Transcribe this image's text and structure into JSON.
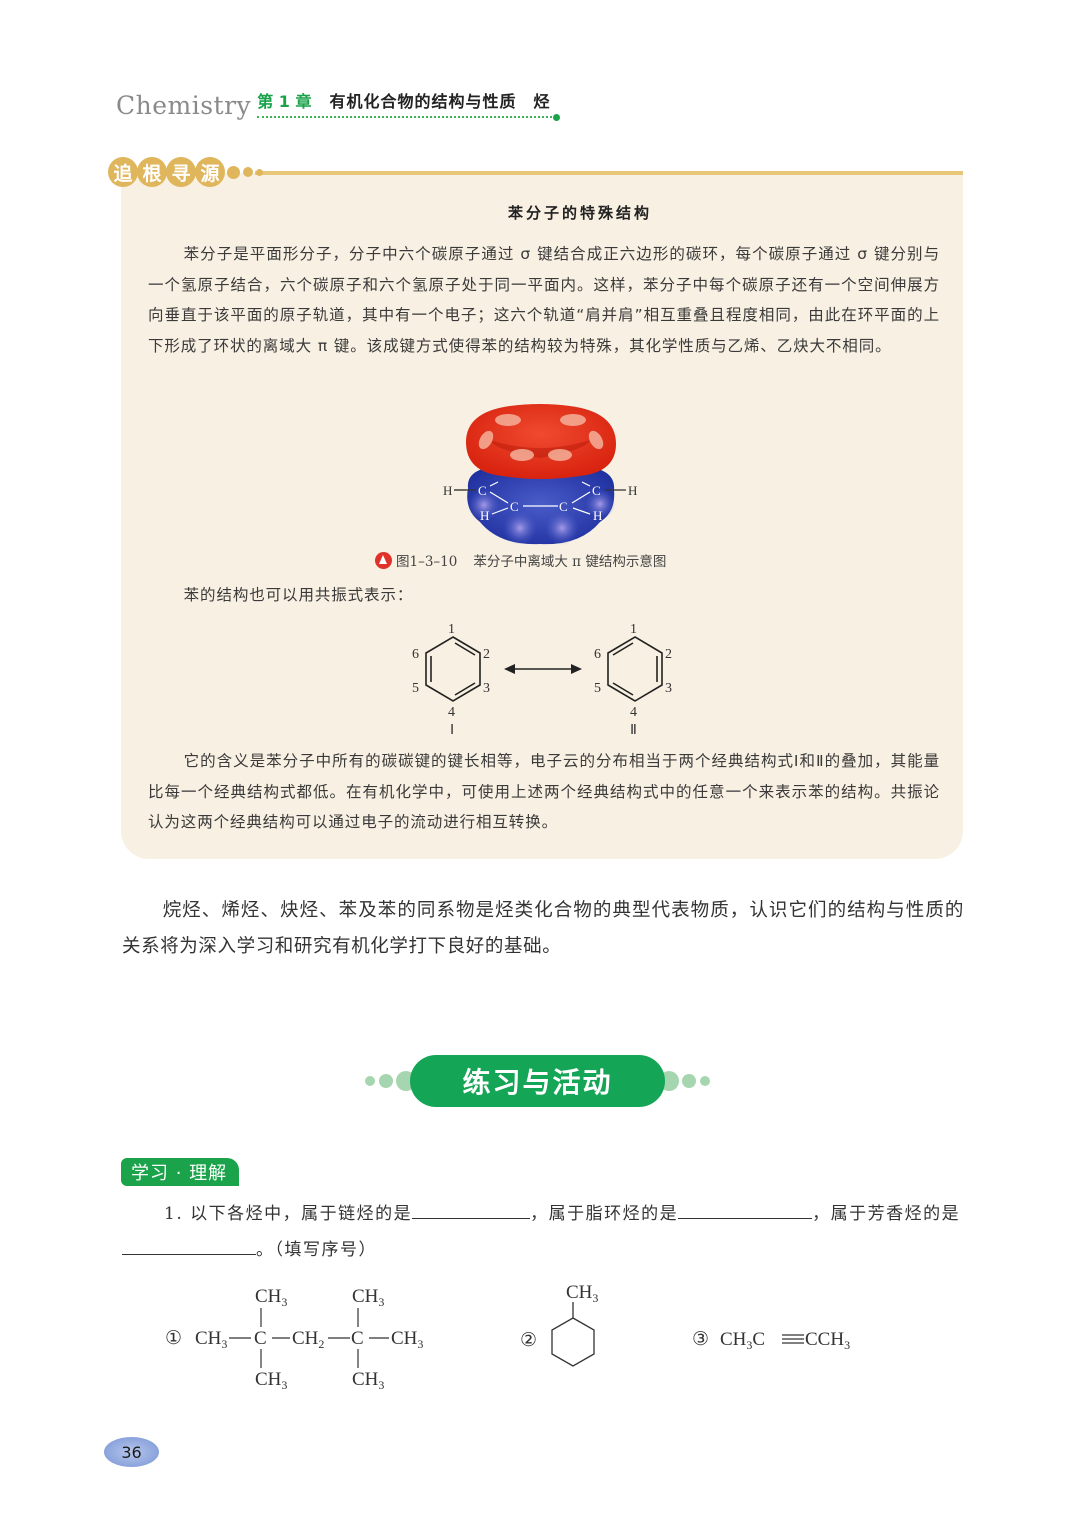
{
  "header": {
    "brand": "Chemistry",
    "chapter_no": "第 1 章",
    "chapter_title": "有机化合物的结构与性质　烃"
  },
  "source_box": {
    "tag_chars": [
      "追",
      "根",
      "寻",
      "源"
    ],
    "title": "苯分子的特殊结构",
    "para1": "苯分子是平面形分子，分子中六个碳原子通过 σ 键结合成正六边形的碳环，每个碳原子通过 σ 键分别与一个氢原子结合，六个碳原子和六个氢原子处于同一平面内。这样，苯分子中每个碳原子还有一个空间伸展方向垂直于该平面的原子轨道，其中有一个电子；这六个轨道“肩并肩”相互重叠且程度相同，由此在环平面的上下形成了环状的离域大 π 键。该成键方式使得苯的结构较为特殊，其化学性质与乙烯、乙炔大不相同。",
    "figure": {
      "atoms": {
        "h_left": "H",
        "c1": "C",
        "c2": "C",
        "c3": "C",
        "c4": "C",
        "h_right": "H",
        "h_bl": "H",
        "h_br": "H"
      },
      "colors": {
        "upper_lobe": "#e8301e",
        "lower_lobe": "#2b3fb0"
      },
      "caption_id": "图1–3–10",
      "caption_text": "苯分子中离域大 π 键结构示意图"
    },
    "para2": "苯的结构也可以用共振式表示：",
    "resonance": {
      "numbers": [
        "1",
        "2",
        "3",
        "4",
        "5",
        "6"
      ],
      "label_left": "Ⅰ",
      "label_right": "Ⅱ"
    },
    "para3": "它的含义是苯分子中所有的碳碳键的键长相等，电子云的分布相当于两个经典结构式Ⅰ和Ⅱ的叠加，其能量比每一个经典结构式都低。在有机化学中，可使用上述两个经典结构式中的任意一个来表示苯的结构。共振论认为这两个经典结构可以通过电子的流动进行相互转换。"
  },
  "body": {
    "para": "烷烃、烯烃、炔烃、苯及苯的同系物是烃类化合物的典型代表物质，认识它们的结构与性质的关系将为深入学习和研究有机化学打下良好的基础。"
  },
  "practice": {
    "banner": "练习与活动",
    "section_tag": "学习 · 理解",
    "q1": {
      "part1": "1. 以下各烃中，属于链烃的是",
      "part2": "，属于脂环烃的是",
      "part3": "，属于芳香烃的是",
      "part4": "。（填写序号）"
    },
    "compounds": {
      "c1_label": "①",
      "c1_top": "CH",
      "c2_label": "②",
      "c3_label": "③",
      "c3_text": "CH₃C≡CCH₃"
    }
  },
  "page_number": "36"
}
